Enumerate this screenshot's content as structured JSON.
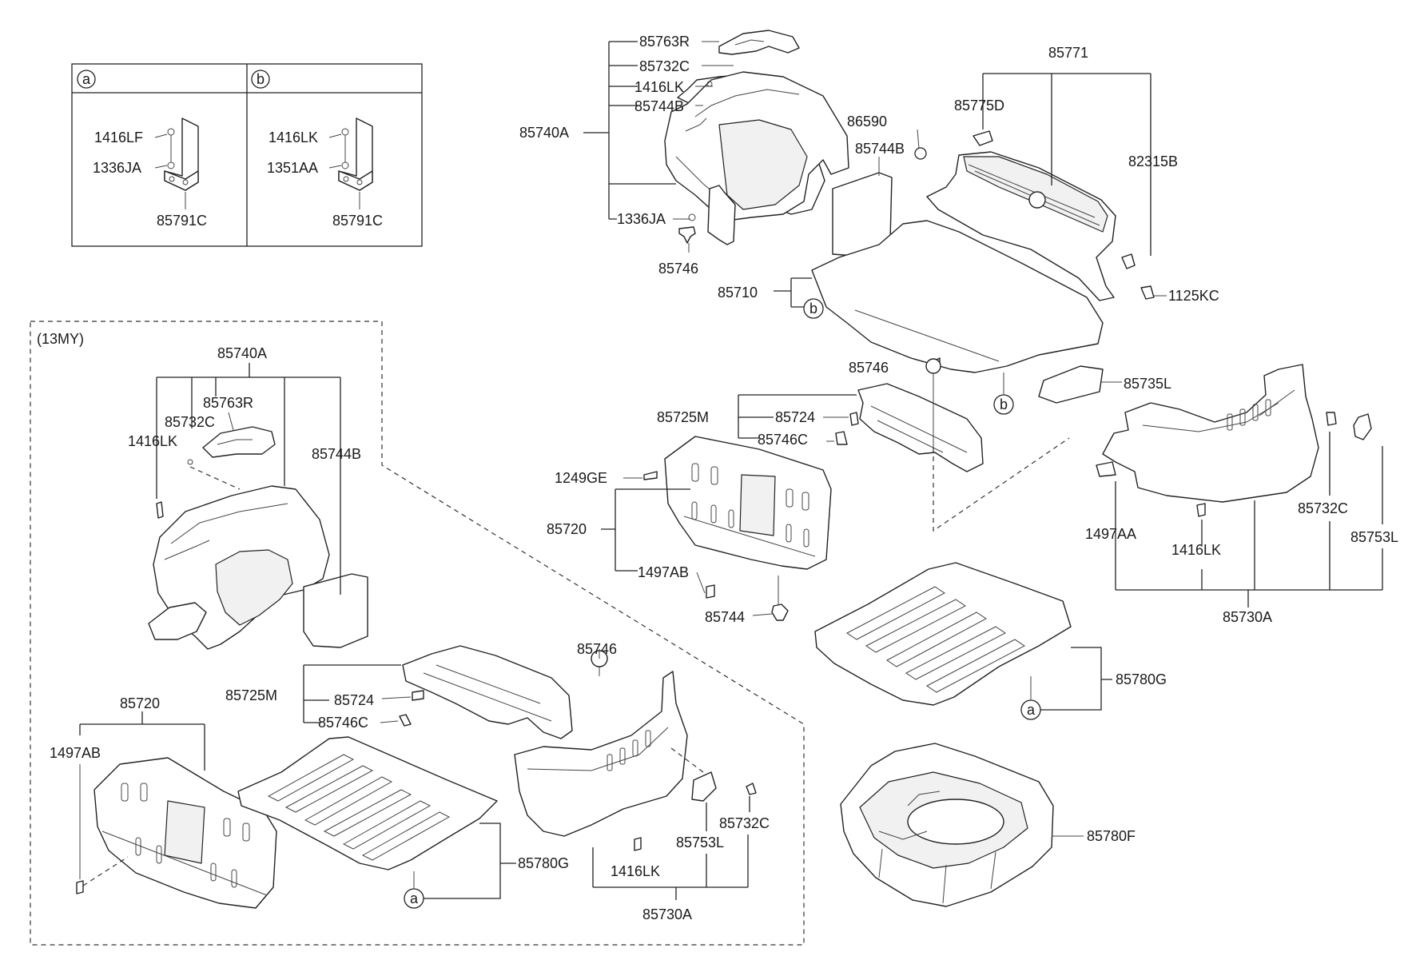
{
  "inset": {
    "a": {
      "marker": "a",
      "labels": [
        "1416LF",
        "1336JA",
        "85791C"
      ]
    },
    "b": {
      "marker": "b",
      "labels": [
        "1416LK",
        "1351AA",
        "85791C"
      ]
    }
  },
  "variant_label": "(13MY)",
  "callouts": {
    "c85763R": "85763R",
    "c85732C_top": "85732C",
    "c1416LK_top": "1416LK",
    "c85744B_top": "85744B",
    "c85740A_top": "85740A",
    "c1336JA_top": "1336JA",
    "c85746_top": "85746",
    "c86590": "86590",
    "c85744B_mid": "85744B",
    "c85775D": "85775D",
    "c85771": "85771",
    "c82315B": "82315B",
    "c85710": "85710",
    "c1125KC": "1125KC",
    "c85746_mid": "85746",
    "c85735L": "85735L",
    "c85725M_r": "85725M",
    "c85724_r": "85724",
    "c85746C_r": "85746C",
    "c1249GE": "1249GE",
    "c85720_r": "85720",
    "c1497AB_r": "1497AB",
    "c85744": "85744",
    "c1497AA": "1497AA",
    "c1416LK_r": "1416LK",
    "c85732C_r": "85732C",
    "c85753L_r": "85753L",
    "c85730A_r": "85730A",
    "c85780G_r": "85780G",
    "c85780F": "85780F",
    "v85740A": "85740A",
    "v85763R": "85763R",
    "v85732C": "85732C",
    "v1416LK": "1416LK",
    "v85744B": "85744B",
    "v85725M": "85725M",
    "v85724": "85724",
    "v85746C": "85746C",
    "v85746": "85746",
    "v85720": "85720",
    "v1497AB": "1497AB",
    "v85780G": "85780G",
    "v85732C_b": "85732C",
    "v85753L": "85753L",
    "v1416LK_b": "1416LK",
    "v85730A": "85730A"
  },
  "markers": {
    "b1": "b",
    "b2": "b",
    "a1": "a",
    "a2": "a"
  }
}
